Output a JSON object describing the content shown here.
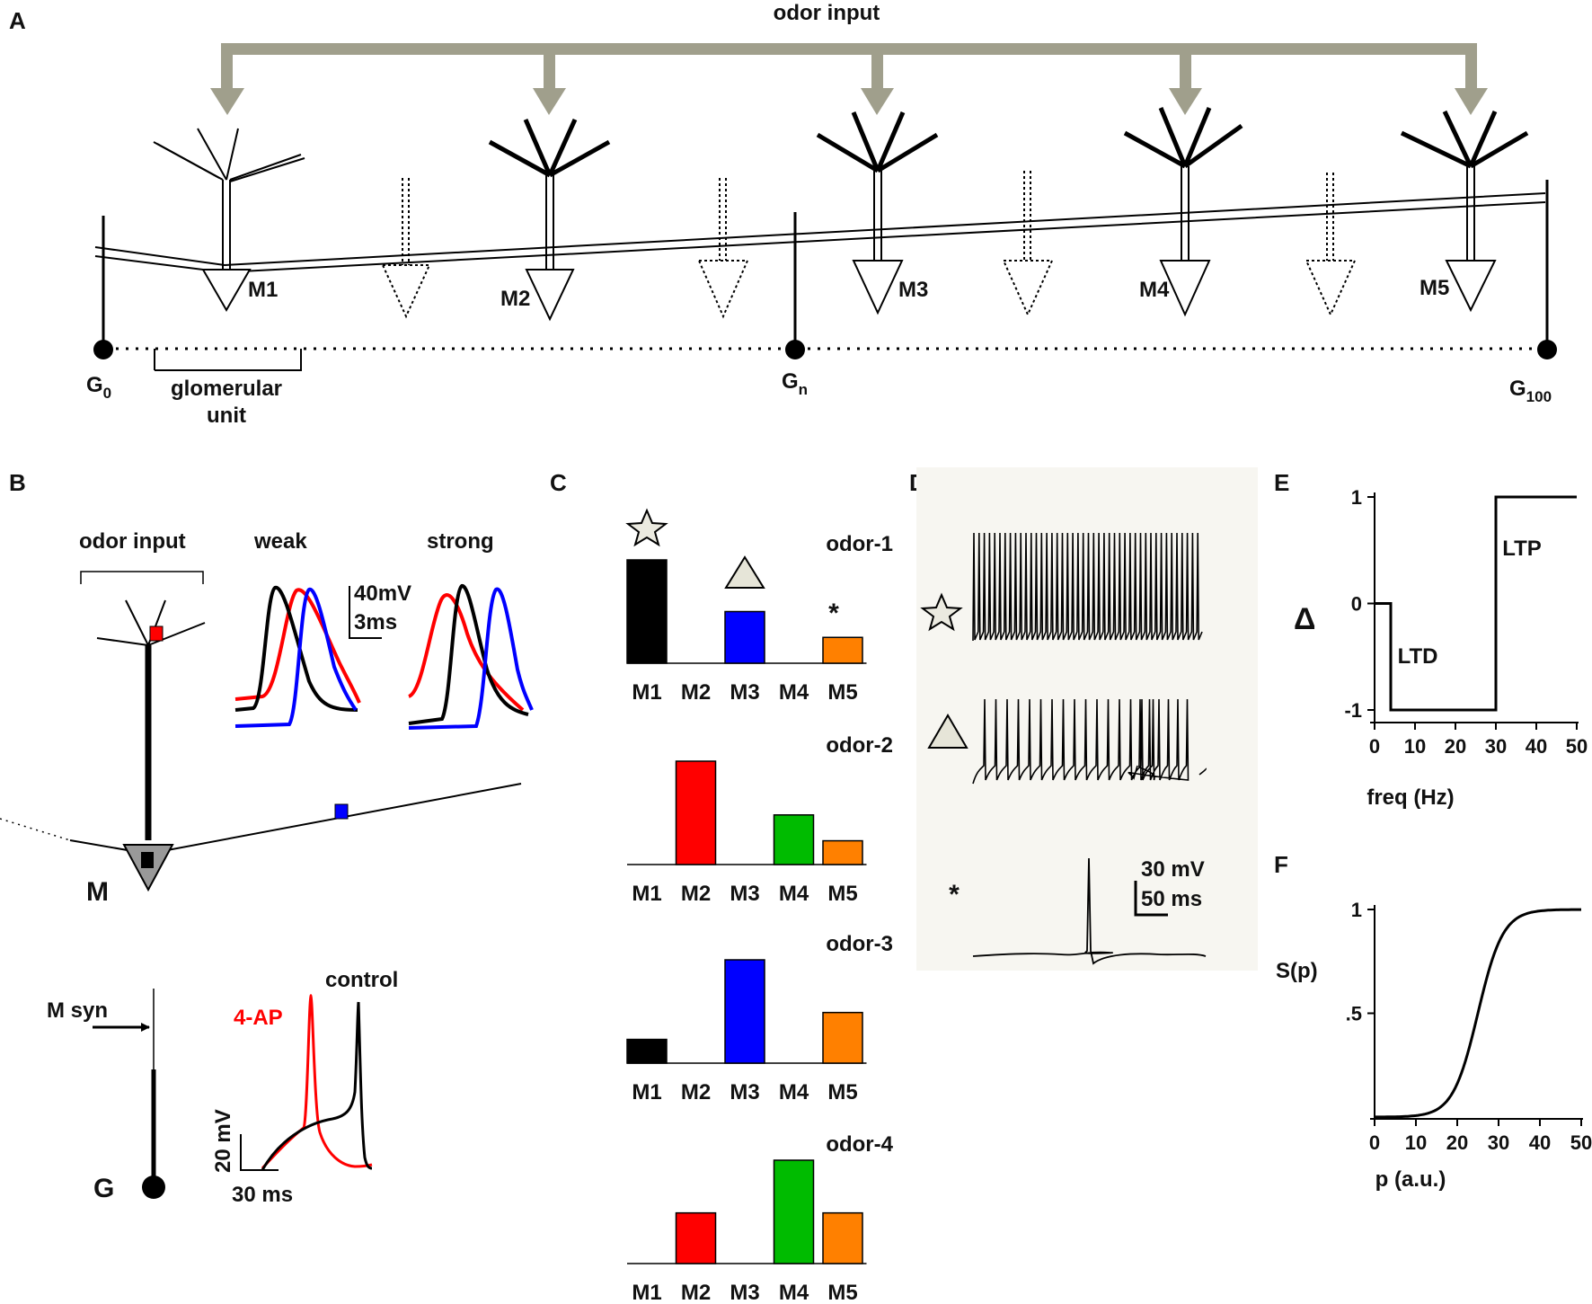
{
  "panels": {
    "A": {
      "letter": "A",
      "odor_input": "odor input",
      "mitral": [
        "M1",
        "M2",
        "M3",
        "M4",
        "M5"
      ],
      "g0": "G",
      "g0_sub": "0",
      "gn": "G",
      "gn_sub": "n",
      "g100": "G",
      "g100_sub": "100",
      "glom_1": "glomerular",
      "glom_2": "unit"
    },
    "B": {
      "letter": "B",
      "odor_input": "odor input",
      "weak": "weak",
      "strong": "strong",
      "scale_mv": "40mV",
      "scale_ms": "3ms",
      "m": "M",
      "m_syn": "M syn",
      "g": "G",
      "ap4": "4-AP",
      "control": "control",
      "scale2_mv": "20 mV",
      "scale2_ms": "30 ms"
    },
    "C": {
      "letter": "C",
      "categories": [
        "M1",
        "M2",
        "M3",
        "M4",
        "M5"
      ],
      "star": "☆",
      "triangle": "△",
      "asterisk": "*"
    },
    "D": {
      "letter": "D",
      "asterisk": "*",
      "scale_mv": "30 mV",
      "scale_ms": "50 ms"
    },
    "E": {
      "letter": "E",
      "ylabel": "Δ",
      "xlabel": "freq (Hz)",
      "ltd": "LTD",
      "ltp": "LTP"
    },
    "F": {
      "letter": "F",
      "ylabel": "S(p)",
      "xlabel": "p (a.u.)"
    }
  },
  "colors": {
    "arrow": "#a09f8c",
    "black": "#000000",
    "red": "#ff0000",
    "blue": "#0000ff",
    "green": "#00bb00",
    "orange": "#ff8000",
    "light_bg": "#f2f1ec"
  },
  "chart_data": [
    {
      "type": "bar",
      "title": "odor-1",
      "categories": [
        "M1",
        "M2",
        "M3",
        "M4",
        "M5"
      ],
      "values": [
        1.0,
        0,
        0.5,
        0,
        0.25
      ],
      "colors": [
        "#000000",
        "#ff0000",
        "#0000ff",
        "#00bb00",
        "#ff8000"
      ],
      "markers": {
        "M1": "star",
        "M3": "triangle",
        "M5": "asterisk"
      }
    },
    {
      "type": "bar",
      "title": "odor-2",
      "categories": [
        "M1",
        "M2",
        "M3",
        "M4",
        "M5"
      ],
      "values": [
        0,
        1.0,
        0,
        0.48,
        0.23
      ],
      "colors": [
        "#000000",
        "#ff0000",
        "#0000ff",
        "#00bb00",
        "#ff8000"
      ]
    },
    {
      "type": "bar",
      "title": "odor-3",
      "categories": [
        "M1",
        "M2",
        "M3",
        "M4",
        "M5"
      ],
      "values": [
        0.23,
        0,
        1.0,
        0,
        0.49
      ],
      "colors": [
        "#000000",
        "#ff0000",
        "#0000ff",
        "#00bb00",
        "#ff8000"
      ]
    },
    {
      "type": "bar",
      "title": "odor-4",
      "categories": [
        "M1",
        "M2",
        "M3",
        "M4",
        "M5"
      ],
      "values": [
        0,
        0.49,
        0,
        1.0,
        0.49
      ],
      "colors": [
        "#000000",
        "#ff0000",
        "#0000ff",
        "#00bb00",
        "#ff8000"
      ]
    },
    {
      "type": "line",
      "xlabel": "freq (Hz)",
      "ylabel": "Δ",
      "xticks": [
        0,
        10,
        20,
        30,
        40,
        50
      ],
      "yticks": [
        1,
        0,
        -1
      ],
      "xlim": [
        0,
        50
      ],
      "ylim": [
        -1,
        1
      ],
      "x": [
        0,
        4,
        4,
        30,
        30,
        50
      ],
      "y": [
        0,
        0,
        -1,
        -1,
        1,
        1
      ],
      "annotations": [
        "LTD",
        "LTP"
      ]
    },
    {
      "type": "line",
      "xlabel": "p (a.u.)",
      "ylabel": "S(p)",
      "xticks": [
        0,
        10,
        20,
        30,
        40,
        50
      ],
      "yticks": [
        "1",
        ".5"
      ],
      "xlim": [
        0,
        50
      ],
      "ylim": [
        0,
        1
      ],
      "function": "sigmoid",
      "midpoint": 25,
      "slope": 0.33
    }
  ]
}
